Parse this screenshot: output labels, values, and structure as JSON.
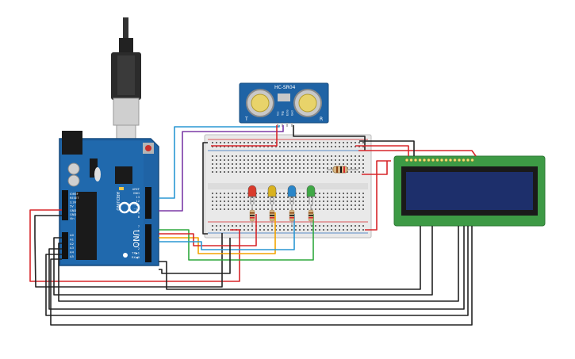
{
  "arduino": {
    "brand": "ARDUINO",
    "model": "UNO",
    "power_pins": [
      "IOREF",
      "RESET",
      "3.3V",
      "5V",
      "GND",
      "GND",
      "Vin"
    ],
    "analog_pins": [
      "A0",
      "A1",
      "A2",
      "A3",
      "A4",
      "A5"
    ],
    "digital_pins_top": [
      "AREF",
      "GND",
      "13",
      "12",
      "~11",
      "~10",
      "~9",
      "8"
    ],
    "digital_pins_bottom": [
      "7",
      "~6",
      "~5",
      "4",
      "~3",
      "2",
      "TX▶1",
      "RX◀0"
    ],
    "side_label_digital": "DIGITAL (PWM~)",
    "side_label_power": "POWER",
    "side_label_analog": "ANALOG IN"
  },
  "sensor": {
    "name": "HC-SR04",
    "pins": [
      "Vcc",
      "Trig",
      "Echo",
      "Gnd"
    ],
    "letter_left": "T",
    "letter_right": "R"
  },
  "leds": [
    {
      "color": "#d93a2b"
    },
    {
      "color": "#d9b21f"
    },
    {
      "color": "#2a86c9"
    },
    {
      "color": "#3fa845"
    }
  ],
  "colors": {
    "board": "#1f63a5",
    "breadboard": "#e9e9e9",
    "lcd_body": "#3d9a45",
    "lcd_screen": "#1d2f6b",
    "wire_red": "#d7262a",
    "wire_black": "#222222",
    "wire_blue": "#2a97d4",
    "wire_purple": "#7b3aa6",
    "wire_orange": "#f4a400",
    "wire_green": "#2fa83d",
    "wire_yellow": "#e8c21b"
  }
}
